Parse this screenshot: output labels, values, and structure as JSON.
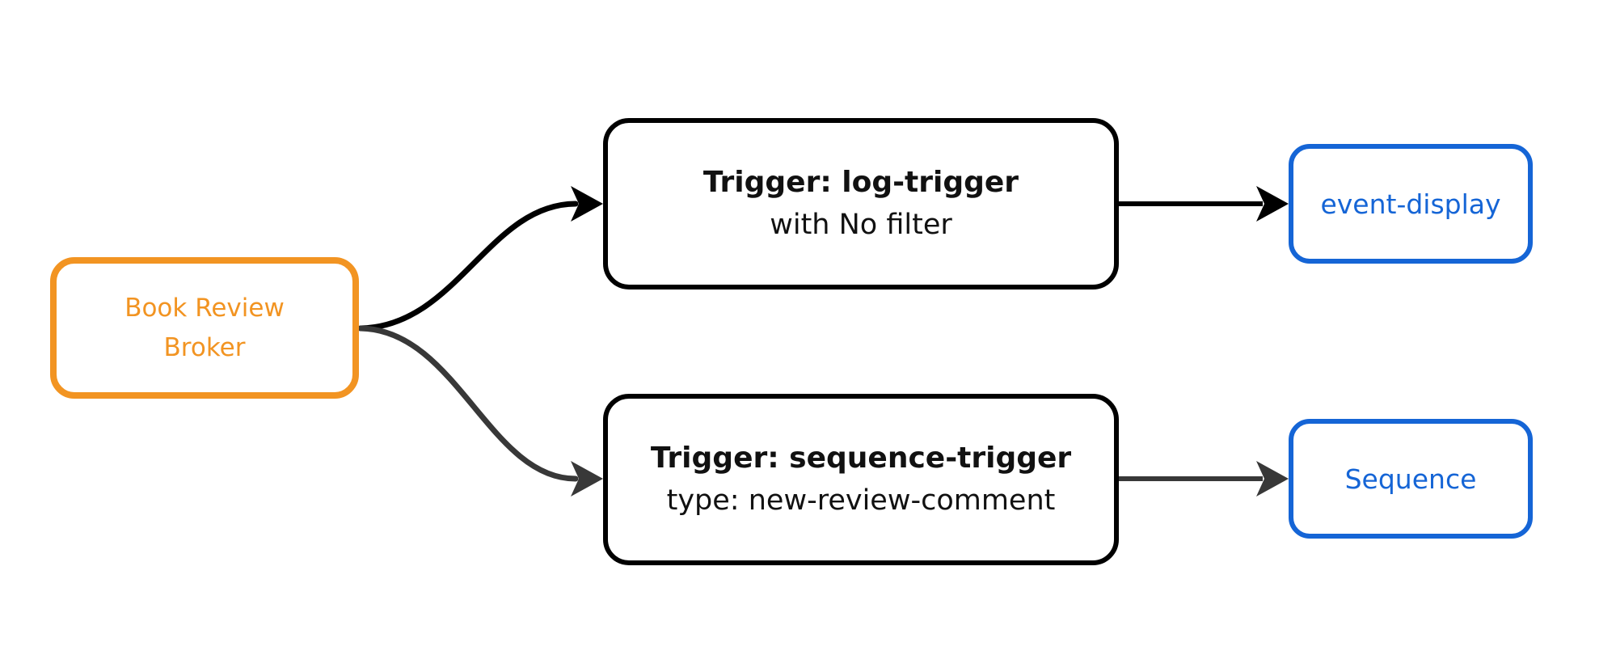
{
  "colors": {
    "background": "#ffffff",
    "broker_orange": "#F29422",
    "sink_blue": "#1565D6",
    "trigger_border_black": "#000000",
    "text_dark": "#111111",
    "edge_black": "#000000",
    "edge_gray": "#383838"
  },
  "diagram": {
    "nodes": {
      "broker": {
        "label": "Book Review Broker"
      },
      "log_trigger": {
        "title": "Trigger: log-trigger",
        "subtitle": "with No filter"
      },
      "sequence_trigger": {
        "title": "Trigger: sequence-trigger",
        "subtitle": "type: new-review-comment"
      },
      "event_display": {
        "label": "event-display"
      },
      "sequence": {
        "label": "Sequence"
      }
    },
    "edges": [
      {
        "from": "broker",
        "to": "log_trigger",
        "color": "#000000"
      },
      {
        "from": "broker",
        "to": "sequence_trigger",
        "color": "#383838"
      },
      {
        "from": "log_trigger",
        "to": "event_display",
        "color": "#000000"
      },
      {
        "from": "sequence_trigger",
        "to": "sequence",
        "color": "#383838"
      }
    ]
  }
}
